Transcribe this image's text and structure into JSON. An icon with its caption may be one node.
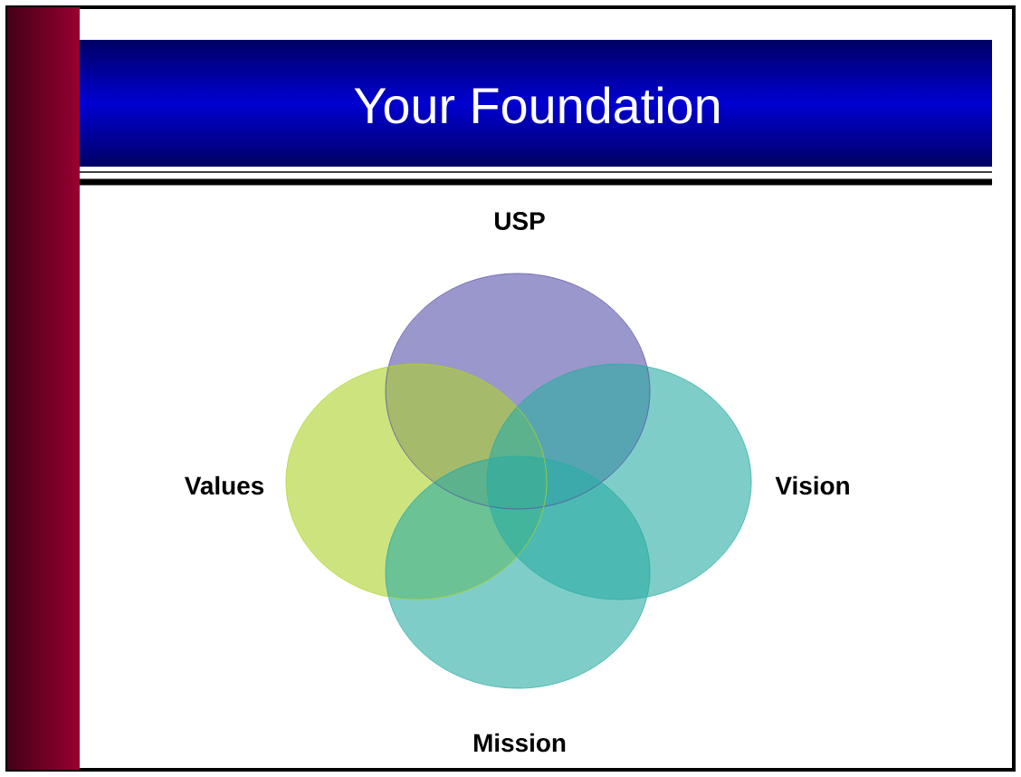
{
  "diagram": {
    "title": "Your Foundation",
    "nodes": [
      {
        "text": [],
        "shape": "circle",
        "beside": [
          "USP"
        ]
      },
      {
        "text": [],
        "shape": "circle",
        "beside": [
          "Values"
        ]
      },
      {
        "text": [],
        "shape": "circle",
        "beside": [
          "Vision"
        ]
      },
      {
        "text": [],
        "shape": "circle",
        "beside": [
          "Mission"
        ]
      }
    ]
  }
}
